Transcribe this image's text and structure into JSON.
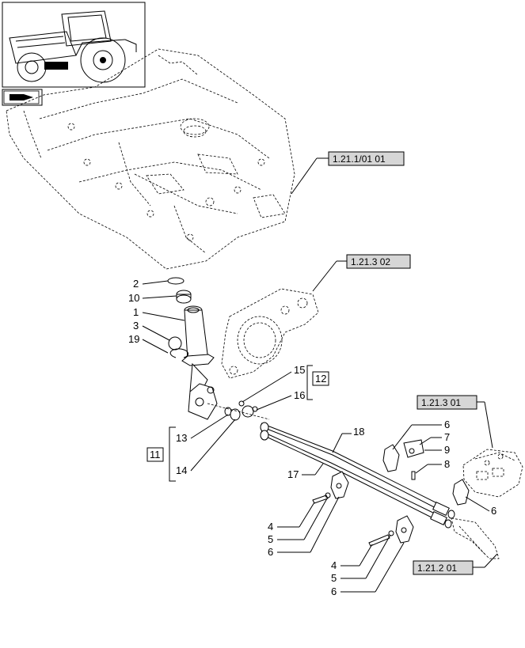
{
  "references": {
    "ref_top": "1.21.1/01 01",
    "ref_mid": "1.21.3 02",
    "ref_right": "1.21.3 01",
    "ref_bottom": "1.21.2 01"
  },
  "callouts": {
    "c2": "2",
    "c10": "10",
    "c1": "1",
    "c3": "3",
    "c19": "19",
    "c15": "15",
    "c12": "12",
    "c16": "16",
    "c13": "13",
    "c11": "11",
    "c14": "14",
    "c18": "18",
    "c17": "17",
    "c6a": "6",
    "c7": "7",
    "c9": "9",
    "c8": "8",
    "c6b": "6",
    "c4a": "4",
    "c5a": "5",
    "c6c": "6",
    "c4b": "4",
    "c5b": "5",
    "c6d": "6"
  },
  "icons": {
    "thumbnail": "tractor-thumbnail-icon",
    "nav": "page-turn-arrow-icon"
  }
}
